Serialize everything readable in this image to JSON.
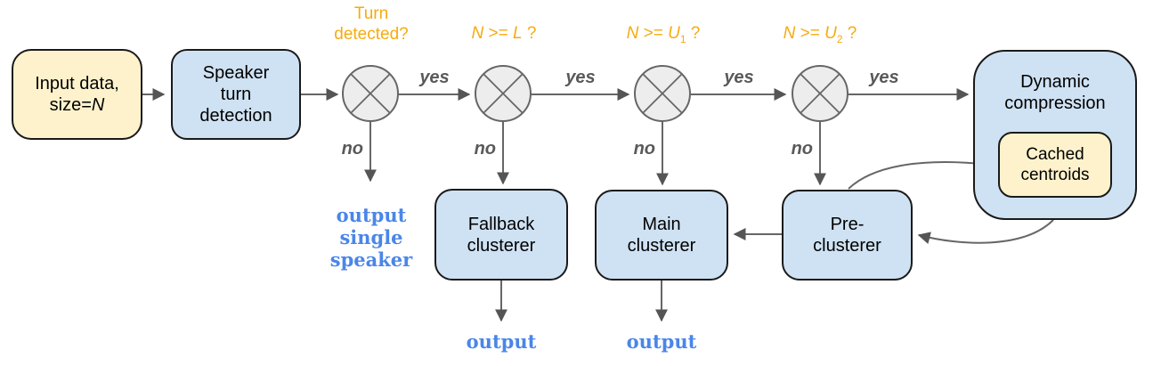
{
  "nodes": {
    "input_data": {
      "line1": "Input data,",
      "line2_prefix": "size=",
      "line2_var": "N"
    },
    "speaker_turn_detection": {
      "lines": [
        "Speaker",
        "turn",
        "detection"
      ]
    },
    "fallback_clusterer": {
      "lines": [
        "Fallback",
        "clusterer"
      ]
    },
    "main_clusterer": {
      "lines": [
        "Main",
        "clusterer"
      ]
    },
    "pre_clusterer": {
      "lines": [
        "Pre-",
        "clusterer"
      ]
    },
    "dynamic_compression": {
      "lines": [
        "Dynamic",
        "compression"
      ]
    },
    "cached_centroids": {
      "lines": [
        "Cached",
        "centroids"
      ]
    }
  },
  "decision_labels": {
    "turn_detected": {
      "lines": [
        "Turn",
        "detected?"
      ]
    },
    "n_ge_l": {
      "var": "N",
      "op": " >= ",
      "threshold": "L",
      "suffix": " ?"
    },
    "n_ge_u1": {
      "var": "N",
      "op": " >= ",
      "threshold": "U",
      "sub": "1",
      "suffix": " ?"
    },
    "n_ge_u2": {
      "var": "N",
      "op": " >= ",
      "threshold": "U",
      "sub": "2",
      "suffix": " ?"
    }
  },
  "edge_labels": {
    "yes": "yes",
    "no": "no"
  },
  "outputs": {
    "single_speaker": {
      "lines": [
        "output",
        "single",
        "speaker"
      ]
    },
    "fallback": "output",
    "main": "output"
  },
  "colors": {
    "node_yellow": "#FEF2CC",
    "node_blue": "#CFE2F3",
    "node_border": "#1a1a1a",
    "decision_fill": "#EDEDED",
    "connector_gray": "#666666",
    "condition_orange": "#F6AB0E",
    "yes_no_gray": "#595959",
    "output_blue": "#4A86E8"
  }
}
